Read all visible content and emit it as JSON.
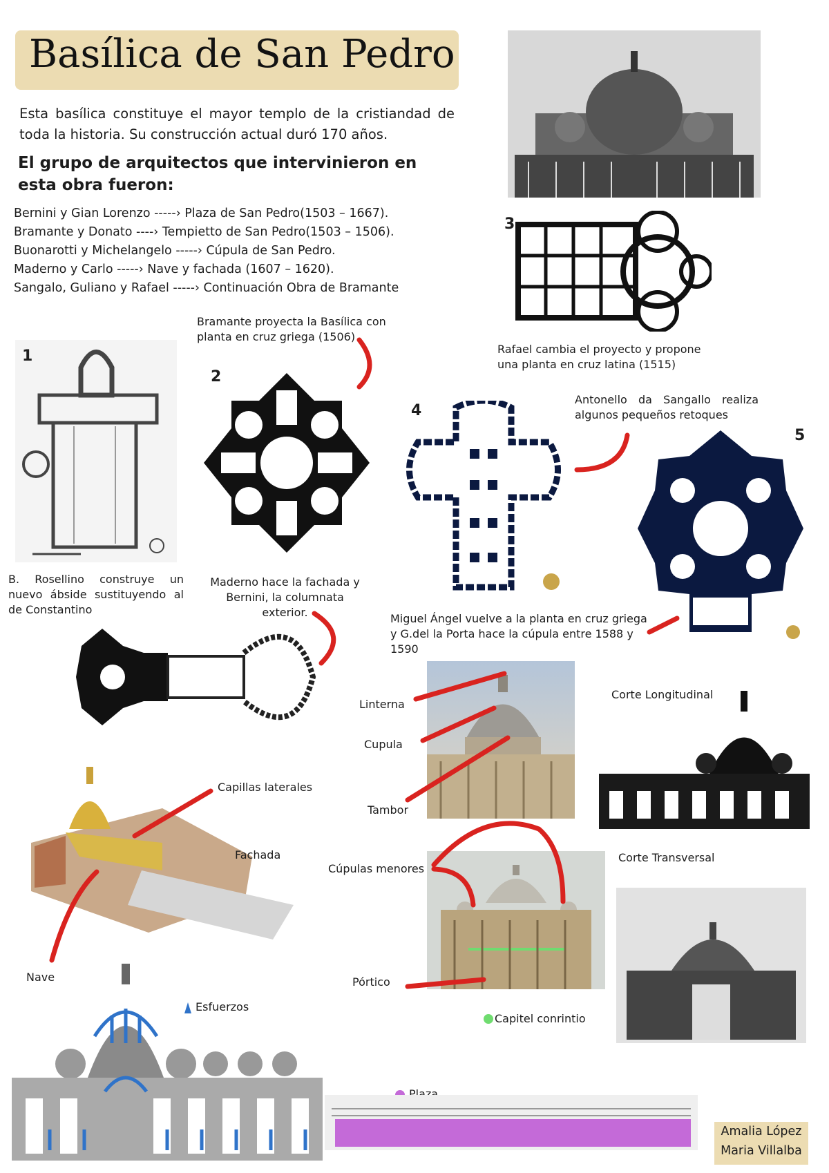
{
  "title": "Basílica de San Pedro",
  "intro": "Esta basílica constituye el mayor templo de la cristiandad de toda la historia. Su construcción actual duró 170 años.",
  "heading": "El grupo de arquitectos que intervinieron en esta obra fueron:",
  "architects": [
    "Bernini y Gian Lorenzo -----› Plaza de San Pedro(1503 – 1667).",
    "Bramante y Donato ----› Tempietto de San Pedro(1503 – 1506).",
    "Buonarotti y Michelangelo -----› Cúpula de San Pedro.",
    "Maderno y Carlo -----› Nave y fachada (1607 – 1620).",
    "Sangalo, Guliano y Rafael -----› Continuación Obra de Bramante"
  ],
  "captions": {
    "bramante": "Bramante proyecta la Basílica con planta en cruz griega (1506)",
    "rafael": "Rafael cambia el proyecto y propone una planta en cruz latina (1515)",
    "sangallo": "Antonello da Sangallo realiza algunos pequeños retoques",
    "rosellino": "B. Rosellino construye un nuevo ábside sustituyendo al de Constantino",
    "maderno": "Maderno hace la fachada y Bernini, la columnata exterior.",
    "miguel": "Miguel Ángel vuelve a la planta en cruz griega y G.del la Porta hace la cúpula entre 1588 y 1590"
  },
  "numbers": [
    "1",
    "2",
    "3",
    "4",
    "5"
  ],
  "labels": {
    "linterna": "Linterna",
    "cupula": "Cupula",
    "tambor": "Tambor",
    "corte_long": "Corte Longitudinal",
    "capillas": "Capillas laterales",
    "fachada": "Fachada",
    "cupulas_menores": "Cúpulas menores",
    "corte_trans": "Corte Transversal",
    "nave": "Nave",
    "portico": "Pórtico",
    "capitel": "Capitel conrintio",
    "esfuerzos": "Esfuerzos",
    "plaza": "Plaza"
  },
  "authors": [
    "Amalia López",
    "Maria Villalba"
  ],
  "colors": {
    "title_bg": "#ecdcb2",
    "arrow": "#d9231f",
    "esfuerzos": "#2f73c9",
    "capitel": "#6fdc6f",
    "plaza": "#c46ad8"
  }
}
